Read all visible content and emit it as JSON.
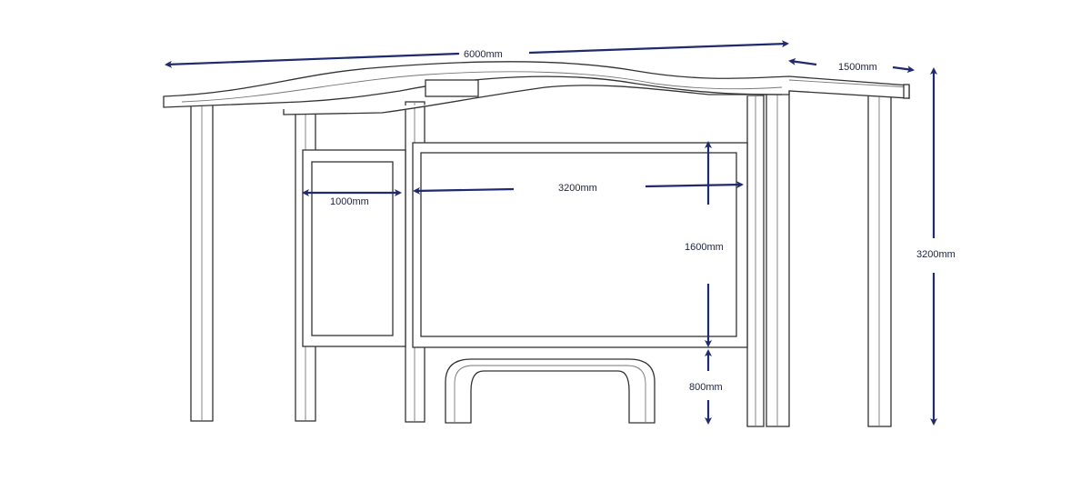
{
  "title": "Bus shelter dimension drawing",
  "dimensions": {
    "overall_length": "6000mm",
    "roof_depth": "1500mm",
    "small_panel_width": "1000mm",
    "large_panel_width": "3200mm",
    "panel_height": "1600mm",
    "bench_height": "800mm",
    "overall_height": "3200mm"
  },
  "colors": {
    "arrow": "#1f2b6e",
    "line": "#333333"
  }
}
